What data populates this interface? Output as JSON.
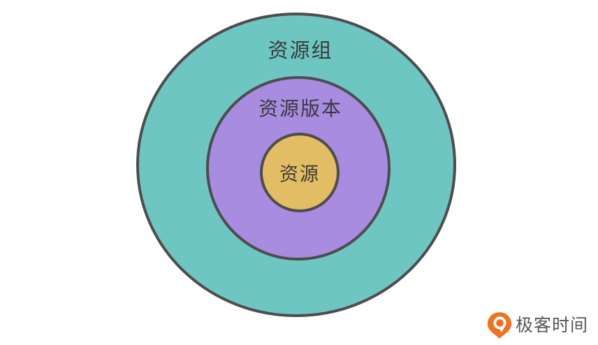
{
  "diagram": {
    "stroke_color": "#4d4d4d",
    "outer": {
      "label": "资源组",
      "fill": "#6ec6c2"
    },
    "middle": {
      "label": "资源版本",
      "fill": "#a78ce0"
    },
    "inner": {
      "label": "资源",
      "fill": "#e3bd63"
    }
  },
  "branding": {
    "logo_text": "极客时间",
    "logo_color": "#f2711f"
  }
}
